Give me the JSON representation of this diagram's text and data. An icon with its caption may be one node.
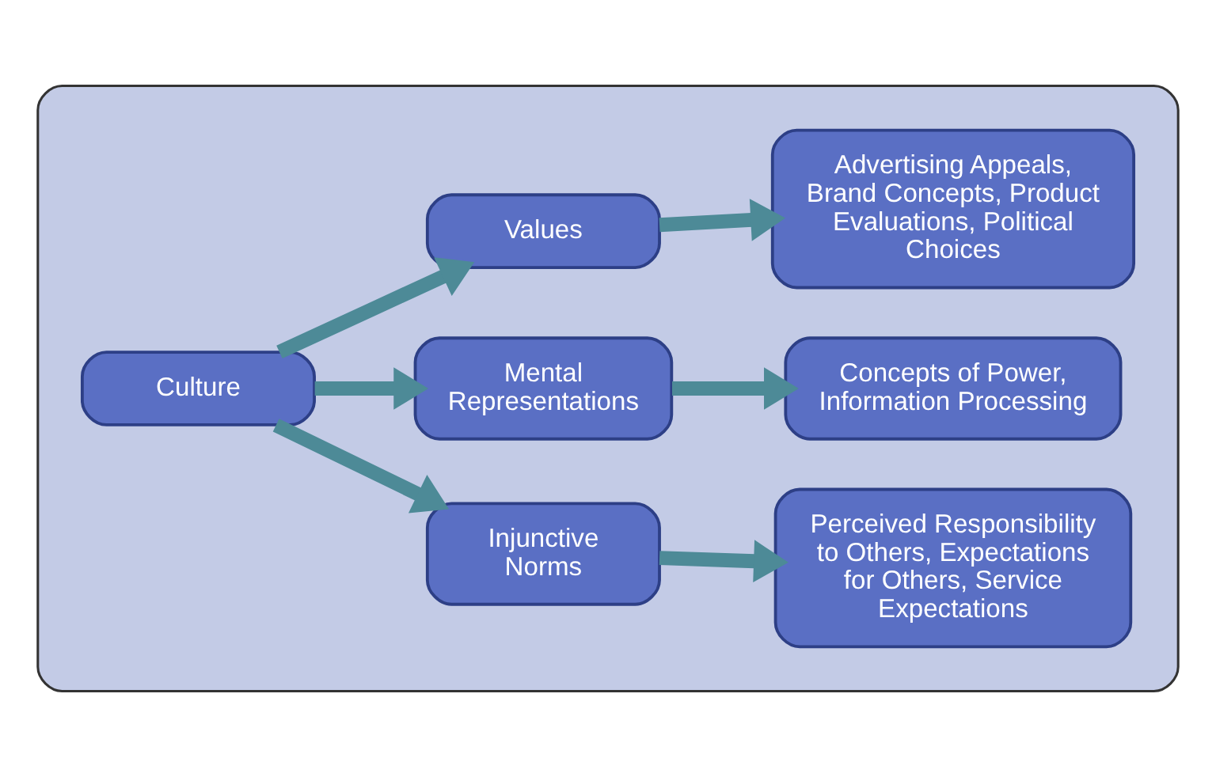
{
  "diagram": {
    "nodes": [
      {
        "text": [],
        "shape": "box"
      },
      {
        "text": [
          "Culture"
        ],
        "in": 0
      },
      {
        "text": [
          "Values"
        ],
        "in": 0
      },
      {
        "text": [
          "Mental Representations"
        ],
        "in": 0
      },
      {
        "text": [
          "Injunctive Norms"
        ],
        "in": 0
      },
      {
        "text": [
          "Advertising Appeals, Brand Concepts, Product Evaluations, Political Choices"
        ],
        "in": 0
      },
      {
        "text": [
          "Concepts of Power, Information Processing"
        ],
        "in": 0
      },
      {
        "text": [
          "Perceived Responsibility to Others, Expectations for Others, Service Expectations"
        ],
        "in": 0
      }
    ],
    "edges": [
      {
        "from": 1,
        "to": 2,
        "arrow": "to"
      },
      {
        "from": 1,
        "to": 3,
        "arrow": "to"
      },
      {
        "from": 1,
        "to": 4,
        "arrow": "to"
      },
      {
        "from": 2,
        "to": 5,
        "arrow": "to"
      },
      {
        "from": 3,
        "to": 6,
        "arrow": "to"
      },
      {
        "from": 4,
        "to": 7,
        "arrow": "to"
      }
    ]
  }
}
